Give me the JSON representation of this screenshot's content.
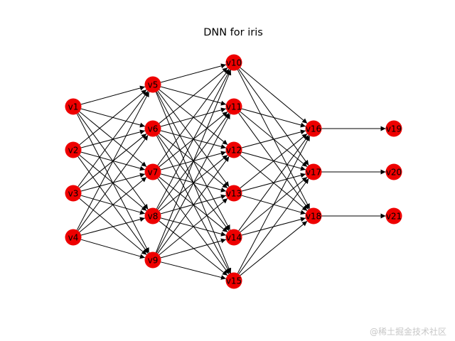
{
  "title": "DNN for iris",
  "watermark": "@稀土掘金技术社区",
  "node_color": "#ee0000",
  "edge_color": "#000000",
  "layers": [
    [
      "v1",
      "v2",
      "v3",
      "v4"
    ],
    [
      "v5",
      "v6",
      "v7",
      "v8",
      "v9"
    ],
    [
      "v10",
      "v11",
      "v12",
      "v13",
      "v14",
      "v15"
    ],
    [
      "v16",
      "v17",
      "v18"
    ],
    [
      "v19",
      "v20",
      "v21"
    ]
  ],
  "edges": "layers 1-4 fully connected to the next layer; v16→v19, v17→v20, v18→v21"
}
